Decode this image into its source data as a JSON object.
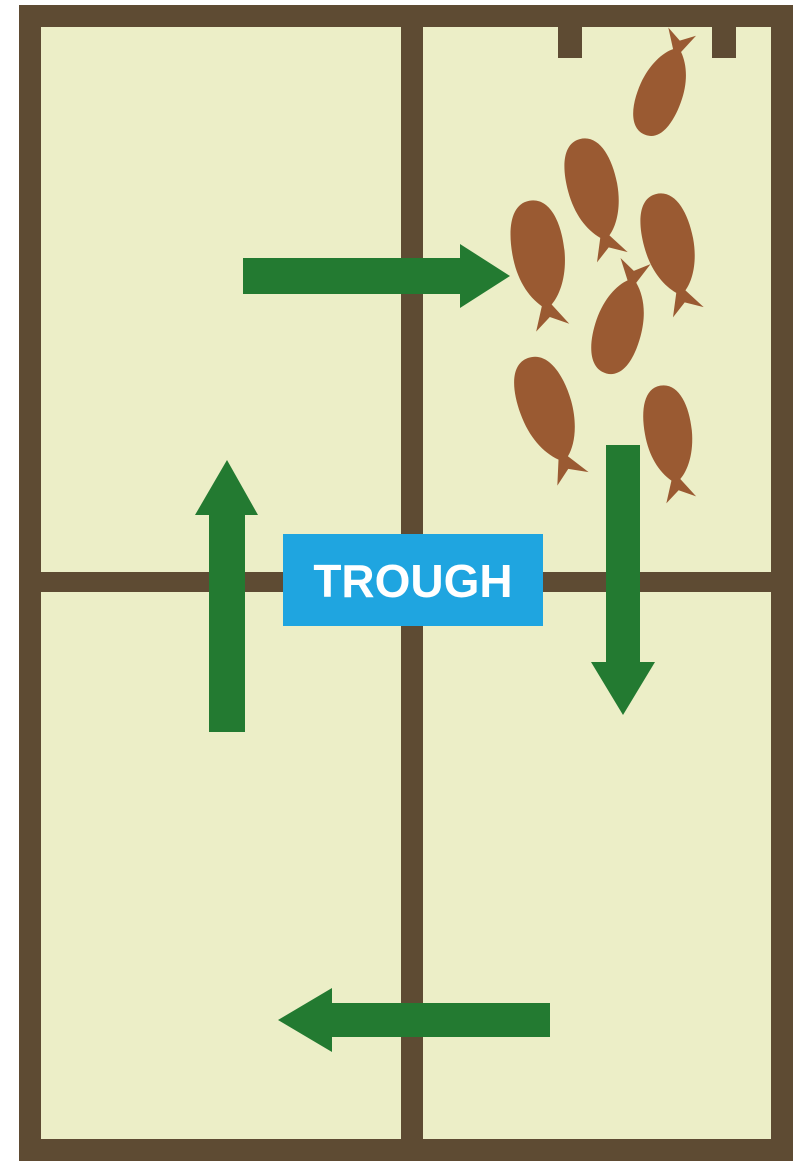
{
  "trough": {
    "label": "TROUGH",
    "color": "#1fa5e0"
  },
  "colors": {
    "pasture": "#eceec7",
    "fence": "#5e4b33",
    "arrow": "#237a31",
    "animal": "#9a5a32"
  },
  "paddocks": [
    "top-left",
    "top-right",
    "bottom-left",
    "bottom-right"
  ],
  "rotation_arrows": [
    {
      "name": "arrow-left-to-right-top",
      "direction": "right"
    },
    {
      "name": "arrow-top-right-to-bottom-right",
      "direction": "down"
    },
    {
      "name": "arrow-right-to-left-bottom",
      "direction": "left"
    },
    {
      "name": "arrow-bottom-left-to-top-left",
      "direction": "up"
    }
  ],
  "animals": {
    "icon": "animal-icon",
    "count": 7,
    "location": "top-right"
  },
  "gate": {
    "icon": "gate-icon",
    "location": "top-right"
  }
}
